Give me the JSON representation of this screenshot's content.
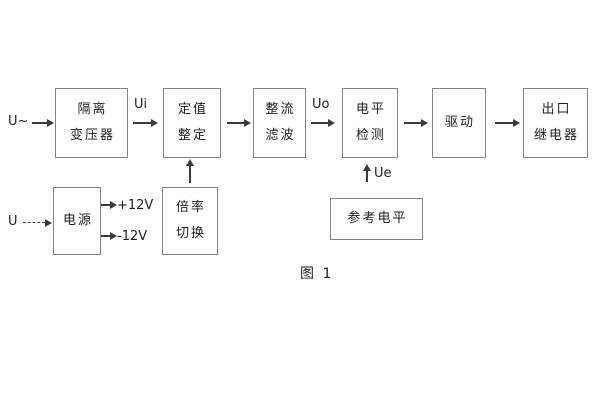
{
  "figure": {
    "caption": "图 1",
    "type": "block-diagram"
  },
  "colors": {
    "background": "#ffffff",
    "box_border": "#828282",
    "line": "#3a3a3a",
    "text": "#1f1f1f"
  },
  "inputs": {
    "ac_input_label": "U~",
    "dc_input_label": "U"
  },
  "signals": {
    "ui": "Ui",
    "uo": "Uo",
    "ue": "Ue",
    "plus12v": "+12V",
    "minus12v": "-12V"
  },
  "blocks": {
    "isolation_transformer": {
      "lines": [
        "隔离",
        "变压器"
      ]
    },
    "value_setting": {
      "lines": [
        "定值",
        "整定"
      ]
    },
    "rectifier_filter": {
      "lines": [
        "整流",
        "滤波"
      ]
    },
    "level_detection": {
      "lines": [
        "电平",
        "检测"
      ]
    },
    "drive": {
      "lines": [
        "驱动"
      ]
    },
    "output_relay": {
      "lines": [
        "出口",
        "继电器"
      ]
    },
    "power_supply": {
      "lines": [
        "电源"
      ]
    },
    "ratio_switching": {
      "lines": [
        "倍率",
        "切换"
      ]
    },
    "reference_level": {
      "lines": [
        "参考电平"
      ]
    }
  }
}
